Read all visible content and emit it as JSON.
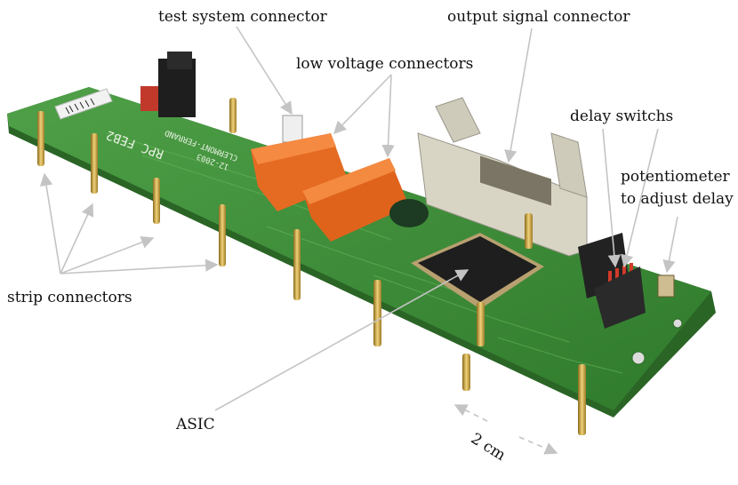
{
  "labels": {
    "test_system": "test system connector",
    "output_signal": "output signal connector",
    "low_voltage": "low voltage connectors",
    "delay_switches": "delay switchs",
    "potentiometer_line1": "potentiometer",
    "potentiometer_line2": "to adjust delay",
    "strip_connectors": "strip connectors",
    "asic": "ASIC",
    "scale": "2 cm"
  },
  "board_text": {
    "silk_1": "RPC FEB2",
    "silk_2": "CLERMONT-FERRAND",
    "silk_3": "12-2003"
  },
  "colors": {
    "background": "#ffffff",
    "pcb": "#3f8f3a",
    "pcb_edge": "#2c6a28",
    "connector_orange": "#e0641e",
    "header_beige": "#d8d4c4",
    "chip": "#1e1e1e",
    "gold": "#c9a23a",
    "arrow": "#c8c8c8"
  }
}
